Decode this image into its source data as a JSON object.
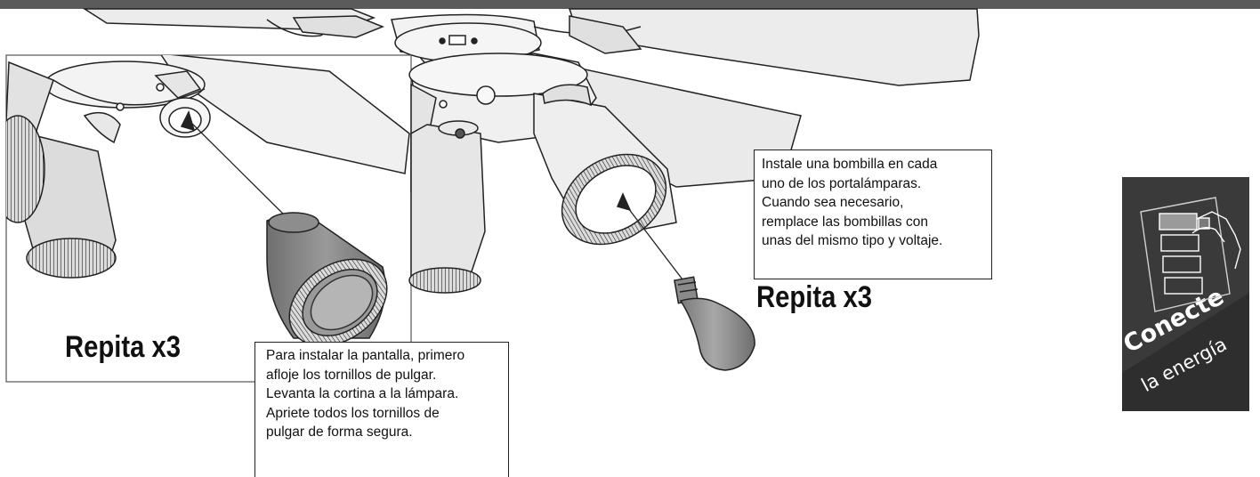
{
  "headings": {
    "repeat_left": "Repita x3",
    "repeat_right": "Repita x3"
  },
  "callouts": {
    "shade_instructions": "Para instalar la pantalla, primero\nafloje los tornillos de pulgar.\nLevanta la cortina a la lámpara.\nApriete todos los tornillos de\npulgar de forma segura.",
    "bulb_instructions": "Instale una bombilla en cada\nuno de los portalámparas.\nCuando sea necesario,\nremplace las bombillas con\nunas del mismo tipo y voltaje."
  },
  "badge": {
    "line1": "Conecte",
    "line2": "la energía",
    "icon": "wall-switch-hand-icon"
  },
  "colors": {
    "header_bar": "#5b5b5b",
    "badge_bg": "#3a3a3a",
    "line_art": "#222222",
    "part_fill": "#e6e6e6",
    "shade_fill": "#8a8a8a"
  }
}
